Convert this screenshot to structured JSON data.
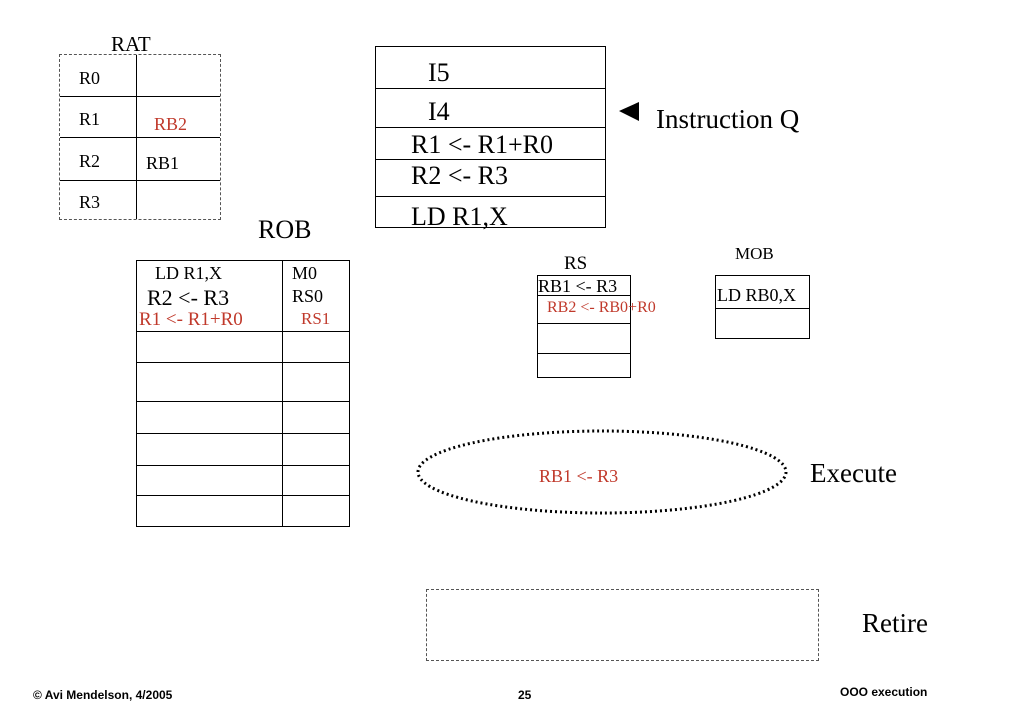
{
  "colors": {
    "highlight": "#c0392b",
    "text": "#000000"
  },
  "rat": {
    "title": "RAT",
    "rows": [
      {
        "reg": "R0",
        "value": "",
        "highlight": false
      },
      {
        "reg": "R1",
        "value": "RB2",
        "highlight": true
      },
      {
        "reg": "R2",
        "value": "RB1",
        "highlight": false
      },
      {
        "reg": "R3",
        "value": "",
        "highlight": false
      }
    ]
  },
  "instruction_queue": {
    "label": "Instruction Q",
    "pointer_icon": "left-triangle-pointer",
    "entries": [
      "I5",
      "I4",
      "R1 <- R1+R0",
      "R2 <- R3",
      "LD R1,X"
    ]
  },
  "rob": {
    "title": "ROB",
    "rows": [
      {
        "instr": "LD R1,X",
        "tag": "M0",
        "highlight": false
      },
      {
        "instr": "R2 <- R3",
        "tag": "RS0",
        "highlight": false
      },
      {
        "instr": "R1 <- R1+R0",
        "tag": "RS1",
        "highlight": true
      },
      {
        "instr": "",
        "tag": ""
      },
      {
        "instr": "",
        "tag": ""
      },
      {
        "instr": "",
        "tag": ""
      },
      {
        "instr": "",
        "tag": ""
      },
      {
        "instr": "",
        "tag": ""
      },
      {
        "instr": "",
        "tag": ""
      }
    ]
  },
  "rs": {
    "title": "RS",
    "entries": [
      "RB1 <- R3",
      "RB2 <- RB0+R0",
      "",
      ""
    ]
  },
  "mob": {
    "title": "MOB",
    "entries": [
      "LD RB0,X",
      ""
    ]
  },
  "execute": {
    "label": "Execute",
    "content": "RB1 <- R3"
  },
  "retire": {
    "label": "Retire"
  },
  "footer": {
    "copyright": "© Avi Mendelson, 4/2005",
    "page": "25",
    "topic": "OOO execution"
  }
}
